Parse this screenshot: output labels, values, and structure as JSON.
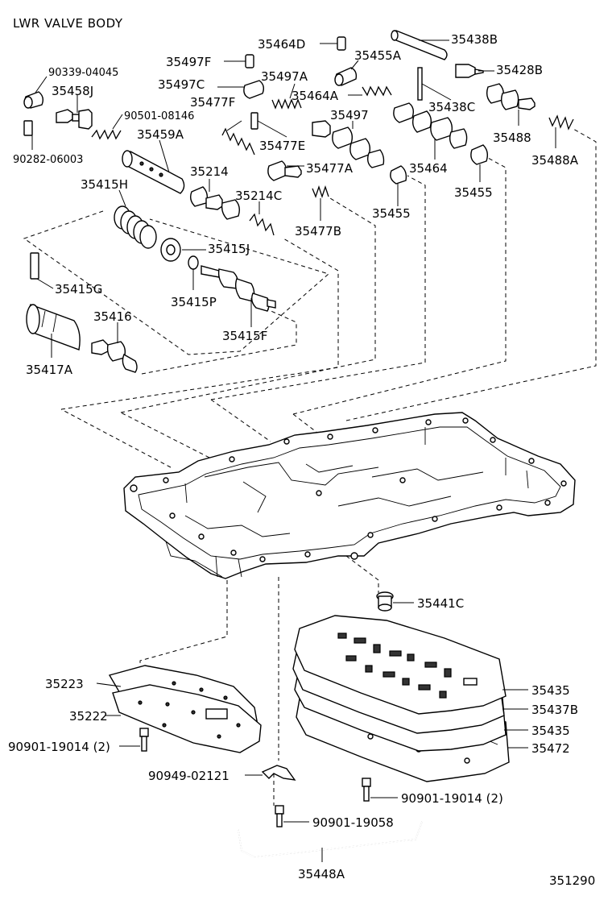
{
  "title": "LWR VALVE BODY",
  "catalog_number": "351290",
  "labels": {
    "p35464D": "35464D",
    "p35438B": "35438B",
    "p35497F": "35497F",
    "p35455A": "35455A",
    "p35428B": "35428B",
    "p90339_04045": "90339-04045",
    "p35497A": "35497A",
    "p35458J": "35458J",
    "p35497C": "35497C",
    "p35464A": "35464A",
    "p35438C": "35438C",
    "p90501_08146": "90501-08146",
    "p35477F": "35477F",
    "p35497": "35497",
    "p35488": "35488",
    "p35459A": "35459A",
    "p35477E": "35477E",
    "p90282_06003": "90282-06003",
    "p35477A": "35477A",
    "p35464": "35464",
    "p35488A": "35488A",
    "p35415H": "35415H",
    "p35214": "35214",
    "p35214C": "35214C",
    "p35455": "35455",
    "p35455b": "35455",
    "p35477B": "35477B",
    "p35415J": "35415J",
    "p35415G": "35415G",
    "p35415P": "35415P",
    "p35416": "35416",
    "p35415F": "35415F",
    "p35417A": "35417A",
    "p35441C": "35441C",
    "p35223": "35223",
    "p35435": "35435",
    "p35222": "35222",
    "p35437B": "35437B",
    "p35435b": "35435",
    "p90901_19014a": "90901-19014 (2)",
    "p35472": "35472",
    "p90949_02121": "90949-02121",
    "p90901_19014b": "90901-19014 (2)",
    "p90901_19058": "90901-19058",
    "p35448A": "35448A"
  }
}
